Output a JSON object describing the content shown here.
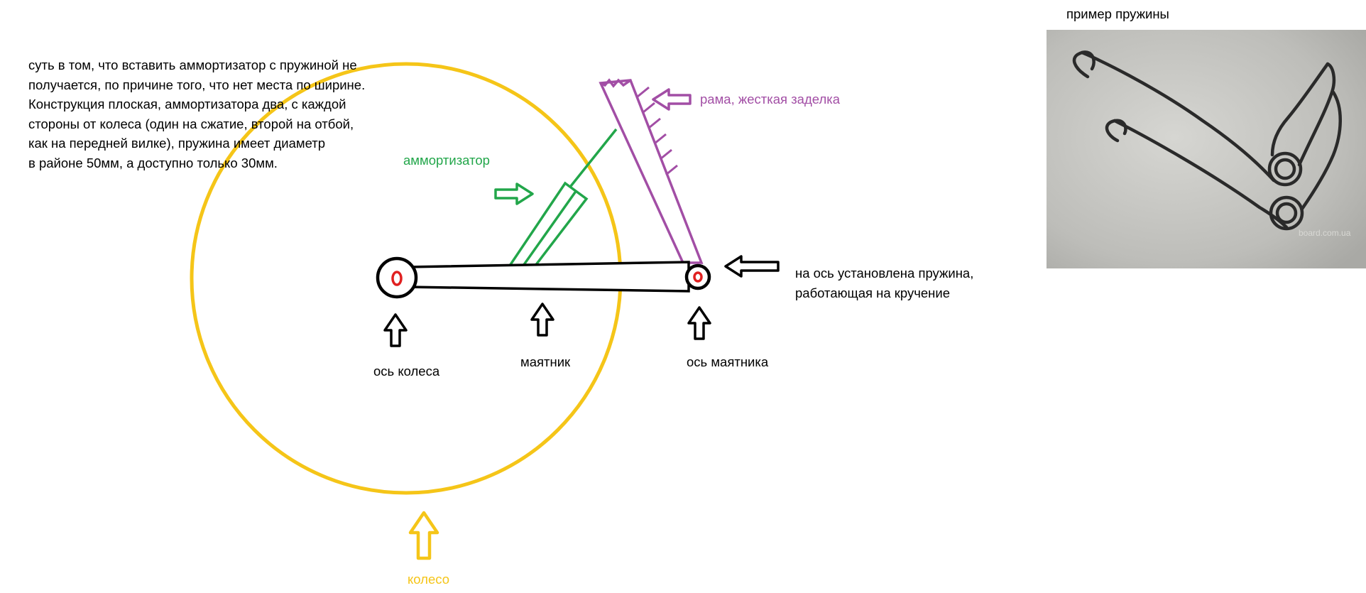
{
  "description_lines": [
    "суть в том, что вставить аммортизатор с пружиной не",
    "получается, по причине того, что нет места по ширине.",
    "Конструкция плоская, аммортизатора два, с каждой",
    "стороны от колеса (один на сжатие, второй на отбой,",
    "как на передней вилке), пружина имеет диаметр",
    "в районе 50мм, а доступно только 30мм."
  ],
  "labels": {
    "frame": "рама, жесткая заделка",
    "shock": "аммортизатор",
    "spring_axis_line1": "на ось установлена пружина,",
    "spring_axis_line2": "работающая на кручение",
    "wheel_axle": "ось колеса",
    "pendulum": "маятник",
    "pendulum_axle": "ось маятника",
    "wheel": "колесо"
  },
  "photo": {
    "title": "пример пружины",
    "watermark": "board.com.ua"
  },
  "colors": {
    "frame": "#a24ea5",
    "shock": "#22a64a",
    "wheel": "#f5c518",
    "axle_center": "#e02020",
    "outline": "#000000"
  }
}
